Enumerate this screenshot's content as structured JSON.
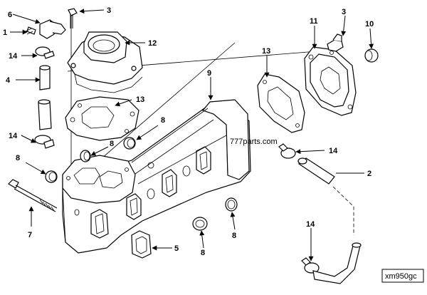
{
  "callouts": {
    "c1": "1",
    "c2": "2",
    "c3a": "3",
    "c3b": "3",
    "c4": "4",
    "c5": "5",
    "c6": "6",
    "c7": "7",
    "c8a": "8",
    "c8b": "8",
    "c8c": "8",
    "c8d": "8",
    "c8e": "8",
    "c9": "9",
    "c10": "10",
    "c11": "11",
    "c12": "12",
    "c13a": "13",
    "c13b": "13",
    "c14a": "14",
    "c14b": "14",
    "c14c": "14",
    "c14d": "14"
  },
  "watermark": "777parts.com",
  "diagram_code": "xm950gc"
}
